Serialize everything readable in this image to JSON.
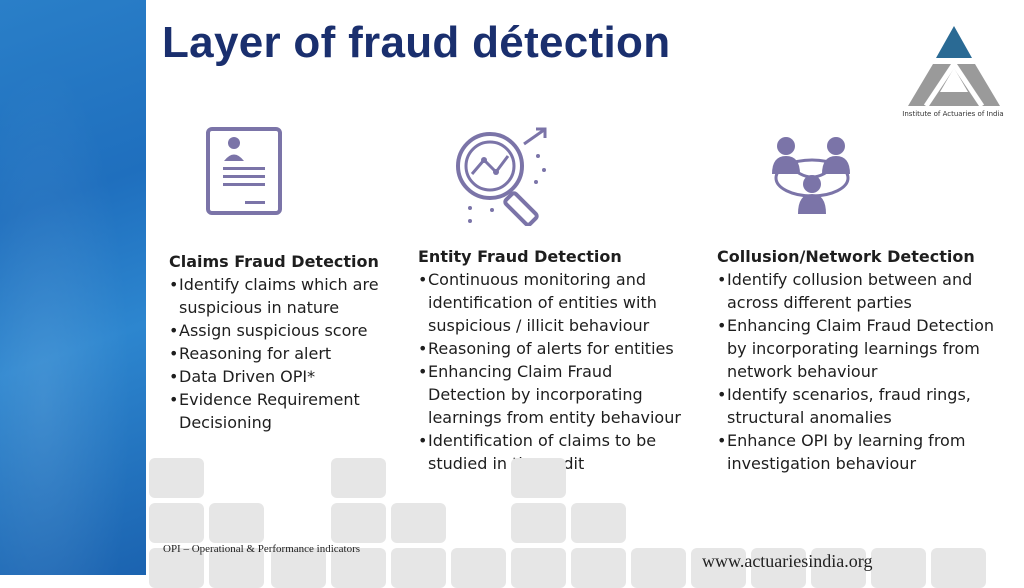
{
  "slide": {
    "title": "Layer of fraud détection",
    "logo_caption": "Institute of Actuaries of India",
    "footnote": "OPI – Operational & Performance indicators",
    "website": "www.actuariesindia.org"
  },
  "colors": {
    "title": "#1a2f6e",
    "icon": "#7b74a8",
    "logo_blue": "#2a6a94",
    "logo_gray": "#9a9a9a"
  },
  "icons": [
    "document-icon",
    "analytics-magnifier-icon",
    "network-people-icon"
  ],
  "columns": [
    {
      "heading": "Claims Fraud Detection",
      "bullets": [
        [
          "Identify claims which are",
          "suspicious in nature"
        ],
        [
          "Assign suspicious score"
        ],
        [
          "Reasoning for alert"
        ],
        [
          "Data Driven OPI*"
        ],
        [
          "Evidence Requirement",
          "Decisioning"
        ]
      ]
    },
    {
      "heading": "Entity Fraud Detection",
      "bullets": [
        [
          "Continuous monitoring and",
          "identification of entities with",
          "suspicious / illicit behaviour"
        ],
        [
          "Reasoning of alerts for entities"
        ],
        [
          "Enhancing Claim Fraud",
          "Detection by incorporating",
          "learnings from entity behaviour"
        ],
        [
          "Identification of claims to be",
          "studied in the audit"
        ]
      ]
    },
    {
      "heading": "Collusion/Network Detection",
      "bullets": [
        [
          "Identify collusion between and",
          "across different parties"
        ],
        [
          "Enhancing Claim Fraud Detection",
          "by incorporating learnings from",
          "network behaviour"
        ],
        [
          "Identify scenarios, fraud rings,",
          "structural anomalies"
        ],
        [
          "Enhance OPI by learning from",
          "investigation behaviour"
        ]
      ]
    }
  ]
}
